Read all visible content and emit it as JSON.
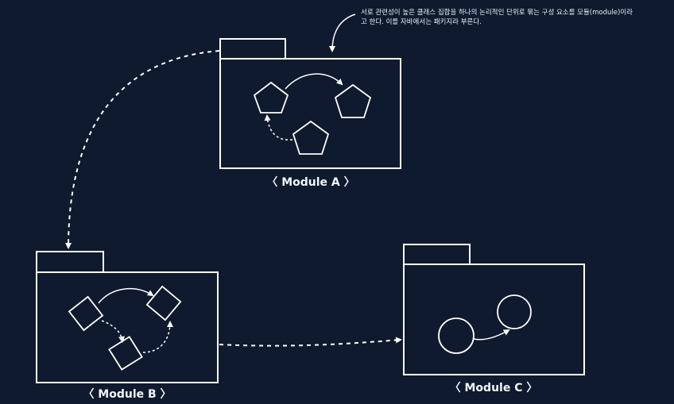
{
  "annotation": {
    "line1": "서로 관련성이 높은 클래스 집합을 하나의 논리적인 단위로 묶는 구성 요소를 모듈(module)이라",
    "line2": "고 한다. 이를 자바에서는 패키지라 부른다."
  },
  "modules": {
    "a": {
      "label": "〈 Module A 〉"
    },
    "b": {
      "label": "〈 Module B 〉"
    },
    "c": {
      "label": "〈 Module C 〉"
    }
  },
  "colors": {
    "background": "#0f1a2e",
    "stroke": "#ffffff",
    "text": "#f2f5fa"
  }
}
